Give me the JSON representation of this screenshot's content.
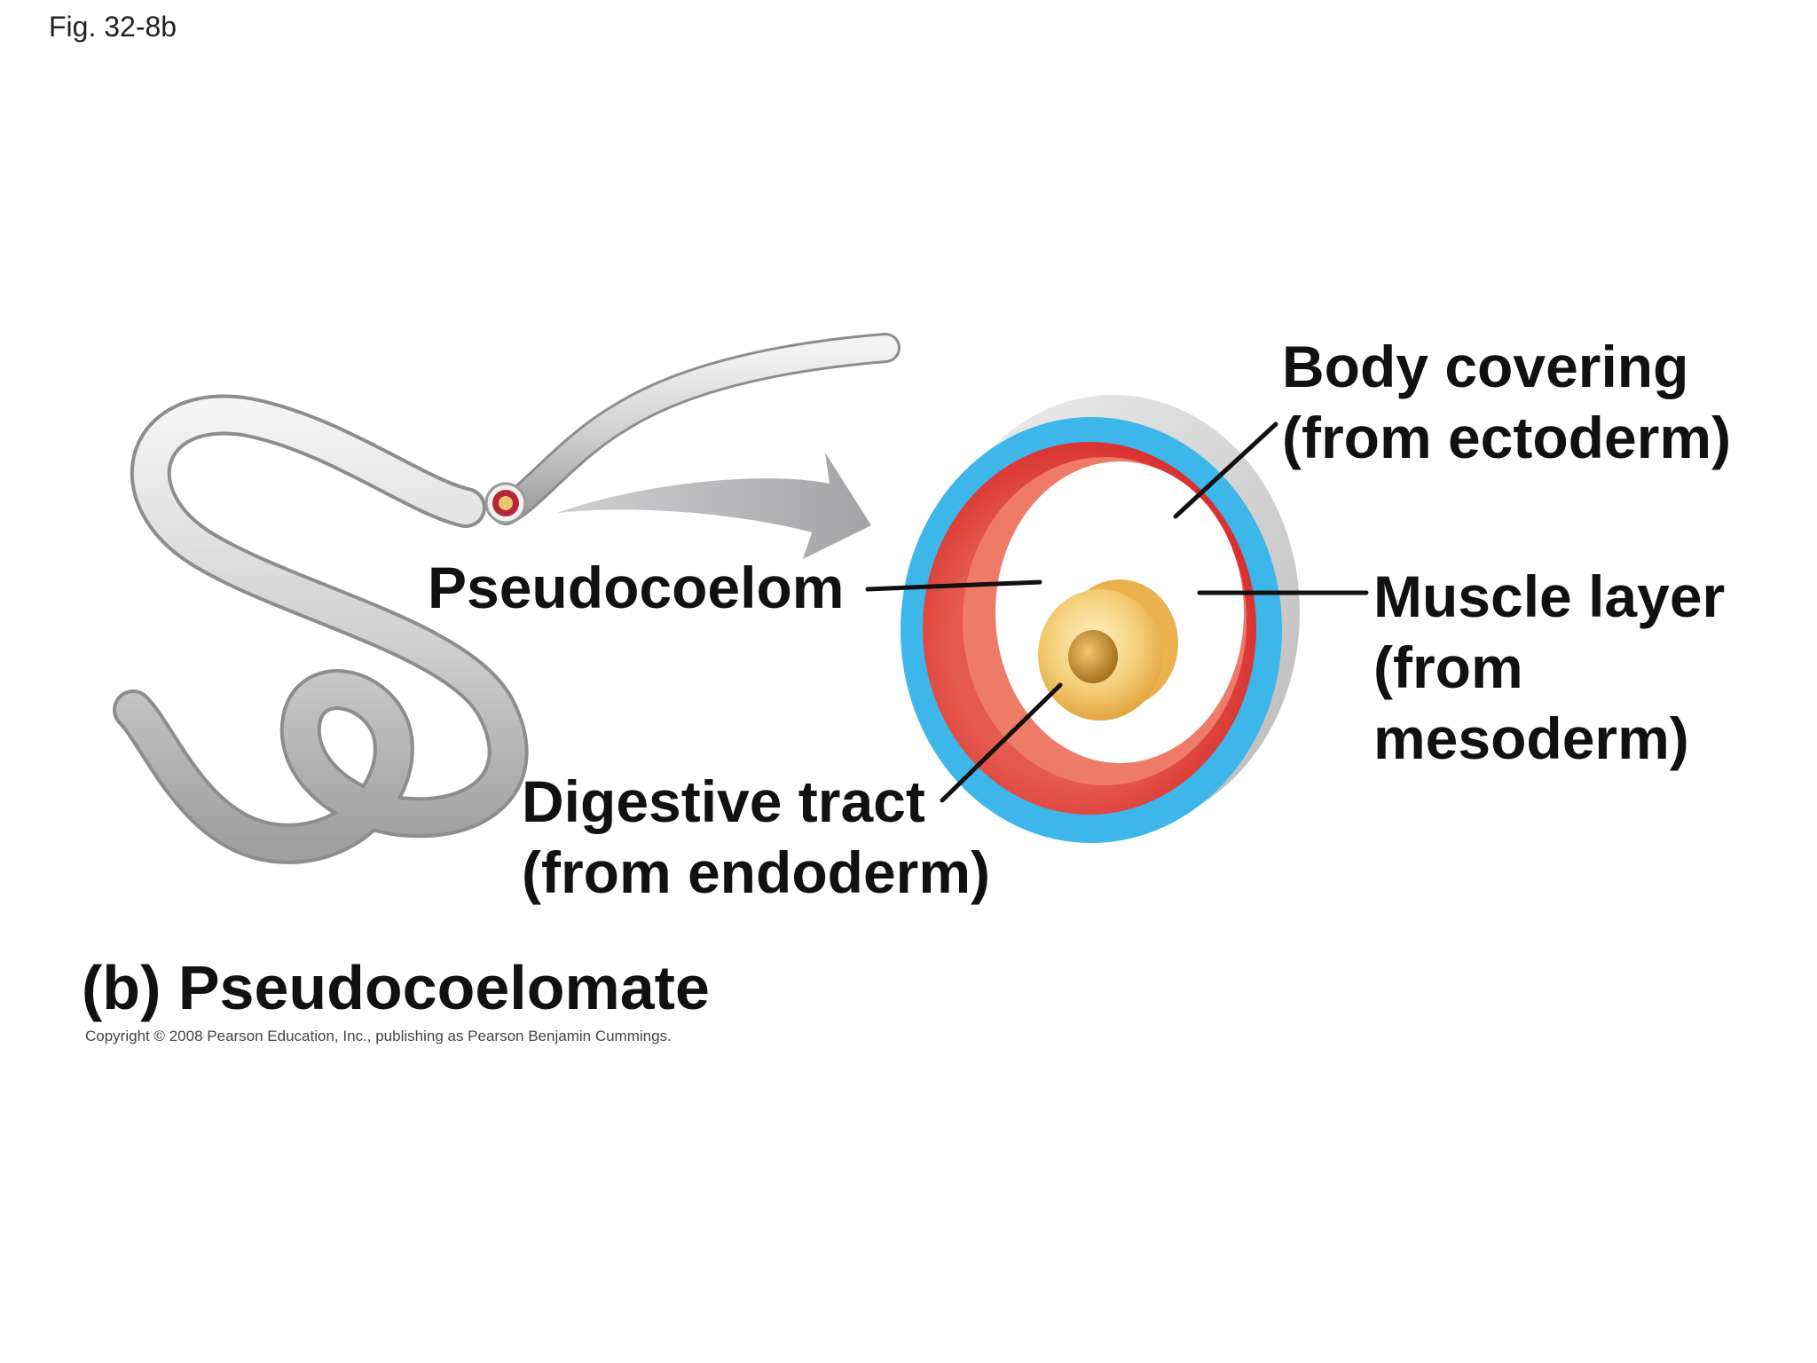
{
  "figure": {
    "number": "Fig. 32-8b",
    "caption": "(b) Pseudocoelomate",
    "copyright": "Copyright © 2008 Pearson Education, Inc., publishing as Pearson Benjamin Cummings."
  },
  "labels": {
    "body_covering": {
      "line1": "Body covering",
      "line2": "(from ectoderm)"
    },
    "muscle_layer": {
      "line1": "Muscle layer",
      "line2": "(from",
      "line3": "mesoderm)"
    },
    "pseudocoelom": {
      "line1": "Pseudocoelom"
    },
    "digestive_tract": {
      "line1": "Digestive tract",
      "line2": "(from endoderm)"
    }
  },
  "colors": {
    "ectoderm": "#3db6ea",
    "mesoderm": "#e03b3b",
    "endoderm": "#f2c266",
    "worm": "#d9d9d9",
    "arrow": "#a8a8aa",
    "leader_line": "#111111"
  }
}
